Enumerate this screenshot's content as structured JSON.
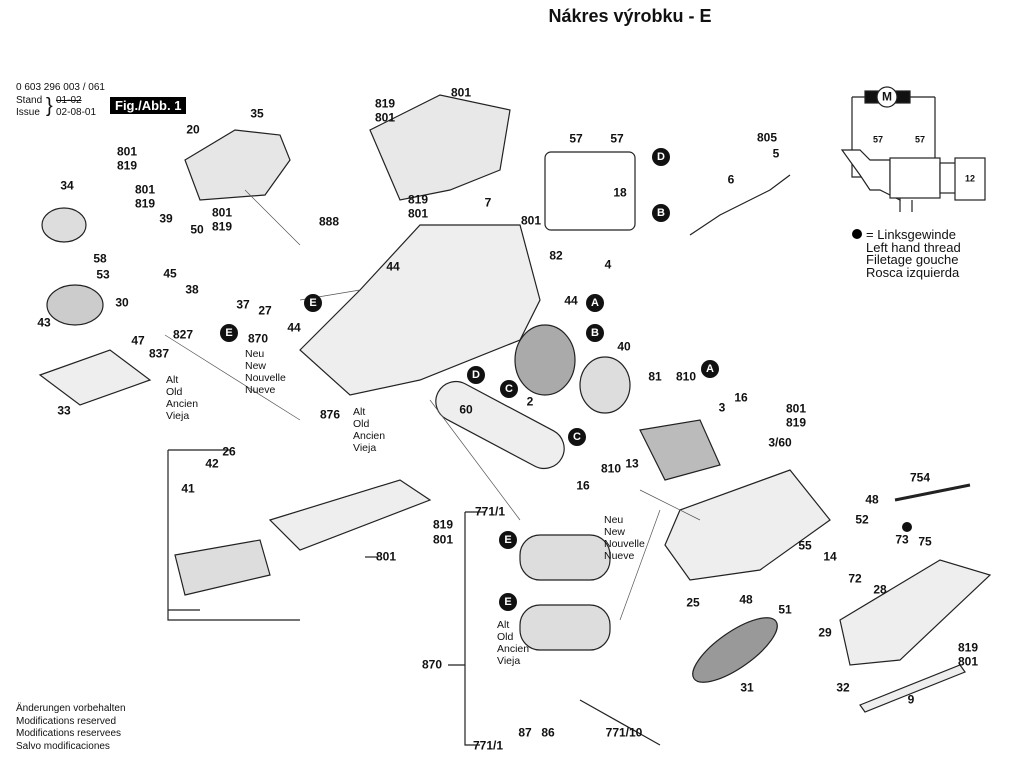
{
  "title": "Nákres výrobku - E",
  "header": {
    "part_number": "0 603 296 003 / 061",
    "stand_label": "Stand",
    "issue_label": "Issue",
    "old_date": "01-02",
    "issue_date": "02-08-01",
    "figure_label": "Fig./Abb. 1"
  },
  "callouts": [
    "801",
    "819",
    "801",
    "20",
    "35",
    "801",
    "819",
    "34",
    "801",
    "819",
    "39",
    "801",
    "819",
    "50",
    "58",
    "53",
    "45",
    "38",
    "30",
    "37",
    "27",
    "43",
    "827",
    "47",
    "837",
    "870",
    "33",
    "44",
    "888",
    "44",
    "819",
    "801",
    "7",
    "801",
    "82",
    "44",
    "57",
    "57",
    "18",
    "4",
    "805",
    "5",
    "6",
    "2",
    "40",
    "81",
    "810",
    "16",
    "60",
    "810",
    "16",
    "13",
    "3",
    "3/60",
    "801",
    "819",
    "876",
    "26",
    "42",
    "41",
    "819",
    "801",
    "801",
    "771/1",
    "870",
    "771/1",
    "87",
    "86",
    "771/10",
    "754",
    "48",
    "52",
    "73",
    "75",
    "14",
    "55",
    "25",
    "48",
    "51",
    "72",
    "28",
    "29",
    "31",
    "32",
    "9",
    "819",
    "801"
  ],
  "markers": [
    "D",
    "B",
    "E",
    "E",
    "A",
    "B",
    "D",
    "C",
    "A",
    "C",
    "E",
    "E"
  ],
  "text_blocks": {
    "new_1": [
      "Neu",
      "New",
      "Nouvelle",
      "Nueve"
    ],
    "new_2": [
      "Neu",
      "New",
      "Nouvelle",
      "Nueve"
    ],
    "old_1": [
      "Alt",
      "Old",
      "Ancien",
      "Vieja"
    ],
    "old_2": [
      "Alt",
      "Old",
      "Ancien",
      "Vieja"
    ],
    "old_3": [
      "Alt",
      "Old",
      "Ancien",
      "Vieja"
    ]
  },
  "schematic": {
    "motor": "M",
    "wire_left": "57",
    "wire_right": "57",
    "switch_part": "12"
  },
  "legend": {
    "symbol": "= Linksgewinde",
    "lines": [
      "Left hand thread",
      "Filetage gouche",
      "Rosca izquierda"
    ]
  },
  "footer": [
    "Änderungen vorbehalten",
    "Modifications reserved",
    "Modifications reservees",
    "Salvo modificaciones"
  ]
}
